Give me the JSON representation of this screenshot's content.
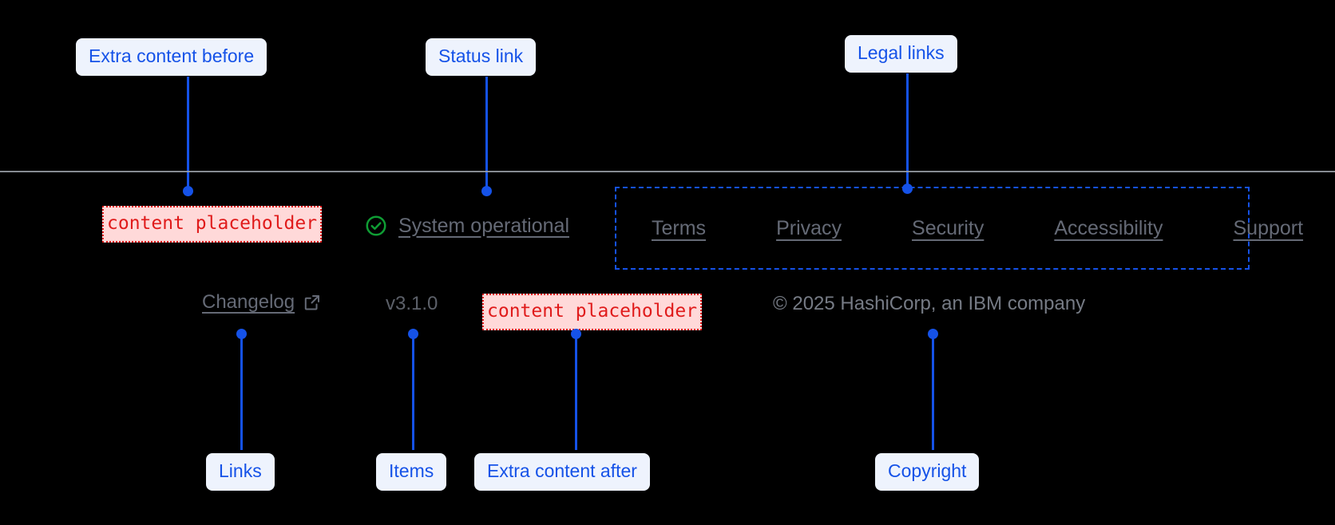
{
  "annotations": [
    {
      "id": "extra-before",
      "label": "Extra content before"
    },
    {
      "id": "status-link",
      "label": "Status link"
    },
    {
      "id": "legal-links",
      "label": "Legal links"
    },
    {
      "id": "links",
      "label": "Links"
    },
    {
      "id": "items",
      "label": "Items"
    },
    {
      "id": "extra-after",
      "label": "Extra content after"
    },
    {
      "id": "copyright",
      "label": "Copyright"
    }
  ],
  "footer": {
    "top_row": {
      "extra_content_before": "content placeholder",
      "status": {
        "icon": "check-circle-icon",
        "label": "System operational"
      },
      "legal_links": [
        "Terms",
        "Privacy",
        "Security",
        "Accessibility",
        "Support"
      ]
    },
    "bottom_row": {
      "changelog": {
        "label": "Changelog",
        "icon": "external-link-icon"
      },
      "version": "v3.1.0",
      "extra_content_after": "content placeholder",
      "copyright": "© 2025 HashiCorp, an IBM company"
    }
  },
  "colors": {
    "background": "#000000",
    "annotation_text": "#1552e8",
    "annotation_bg": "#eef3fd",
    "placeholder_text": "#e01b1b",
    "placeholder_bg": "#ffd9d9",
    "muted_text": "#656a76",
    "divider": "#9ea3ab",
    "status_ok": "#0f9d34"
  }
}
